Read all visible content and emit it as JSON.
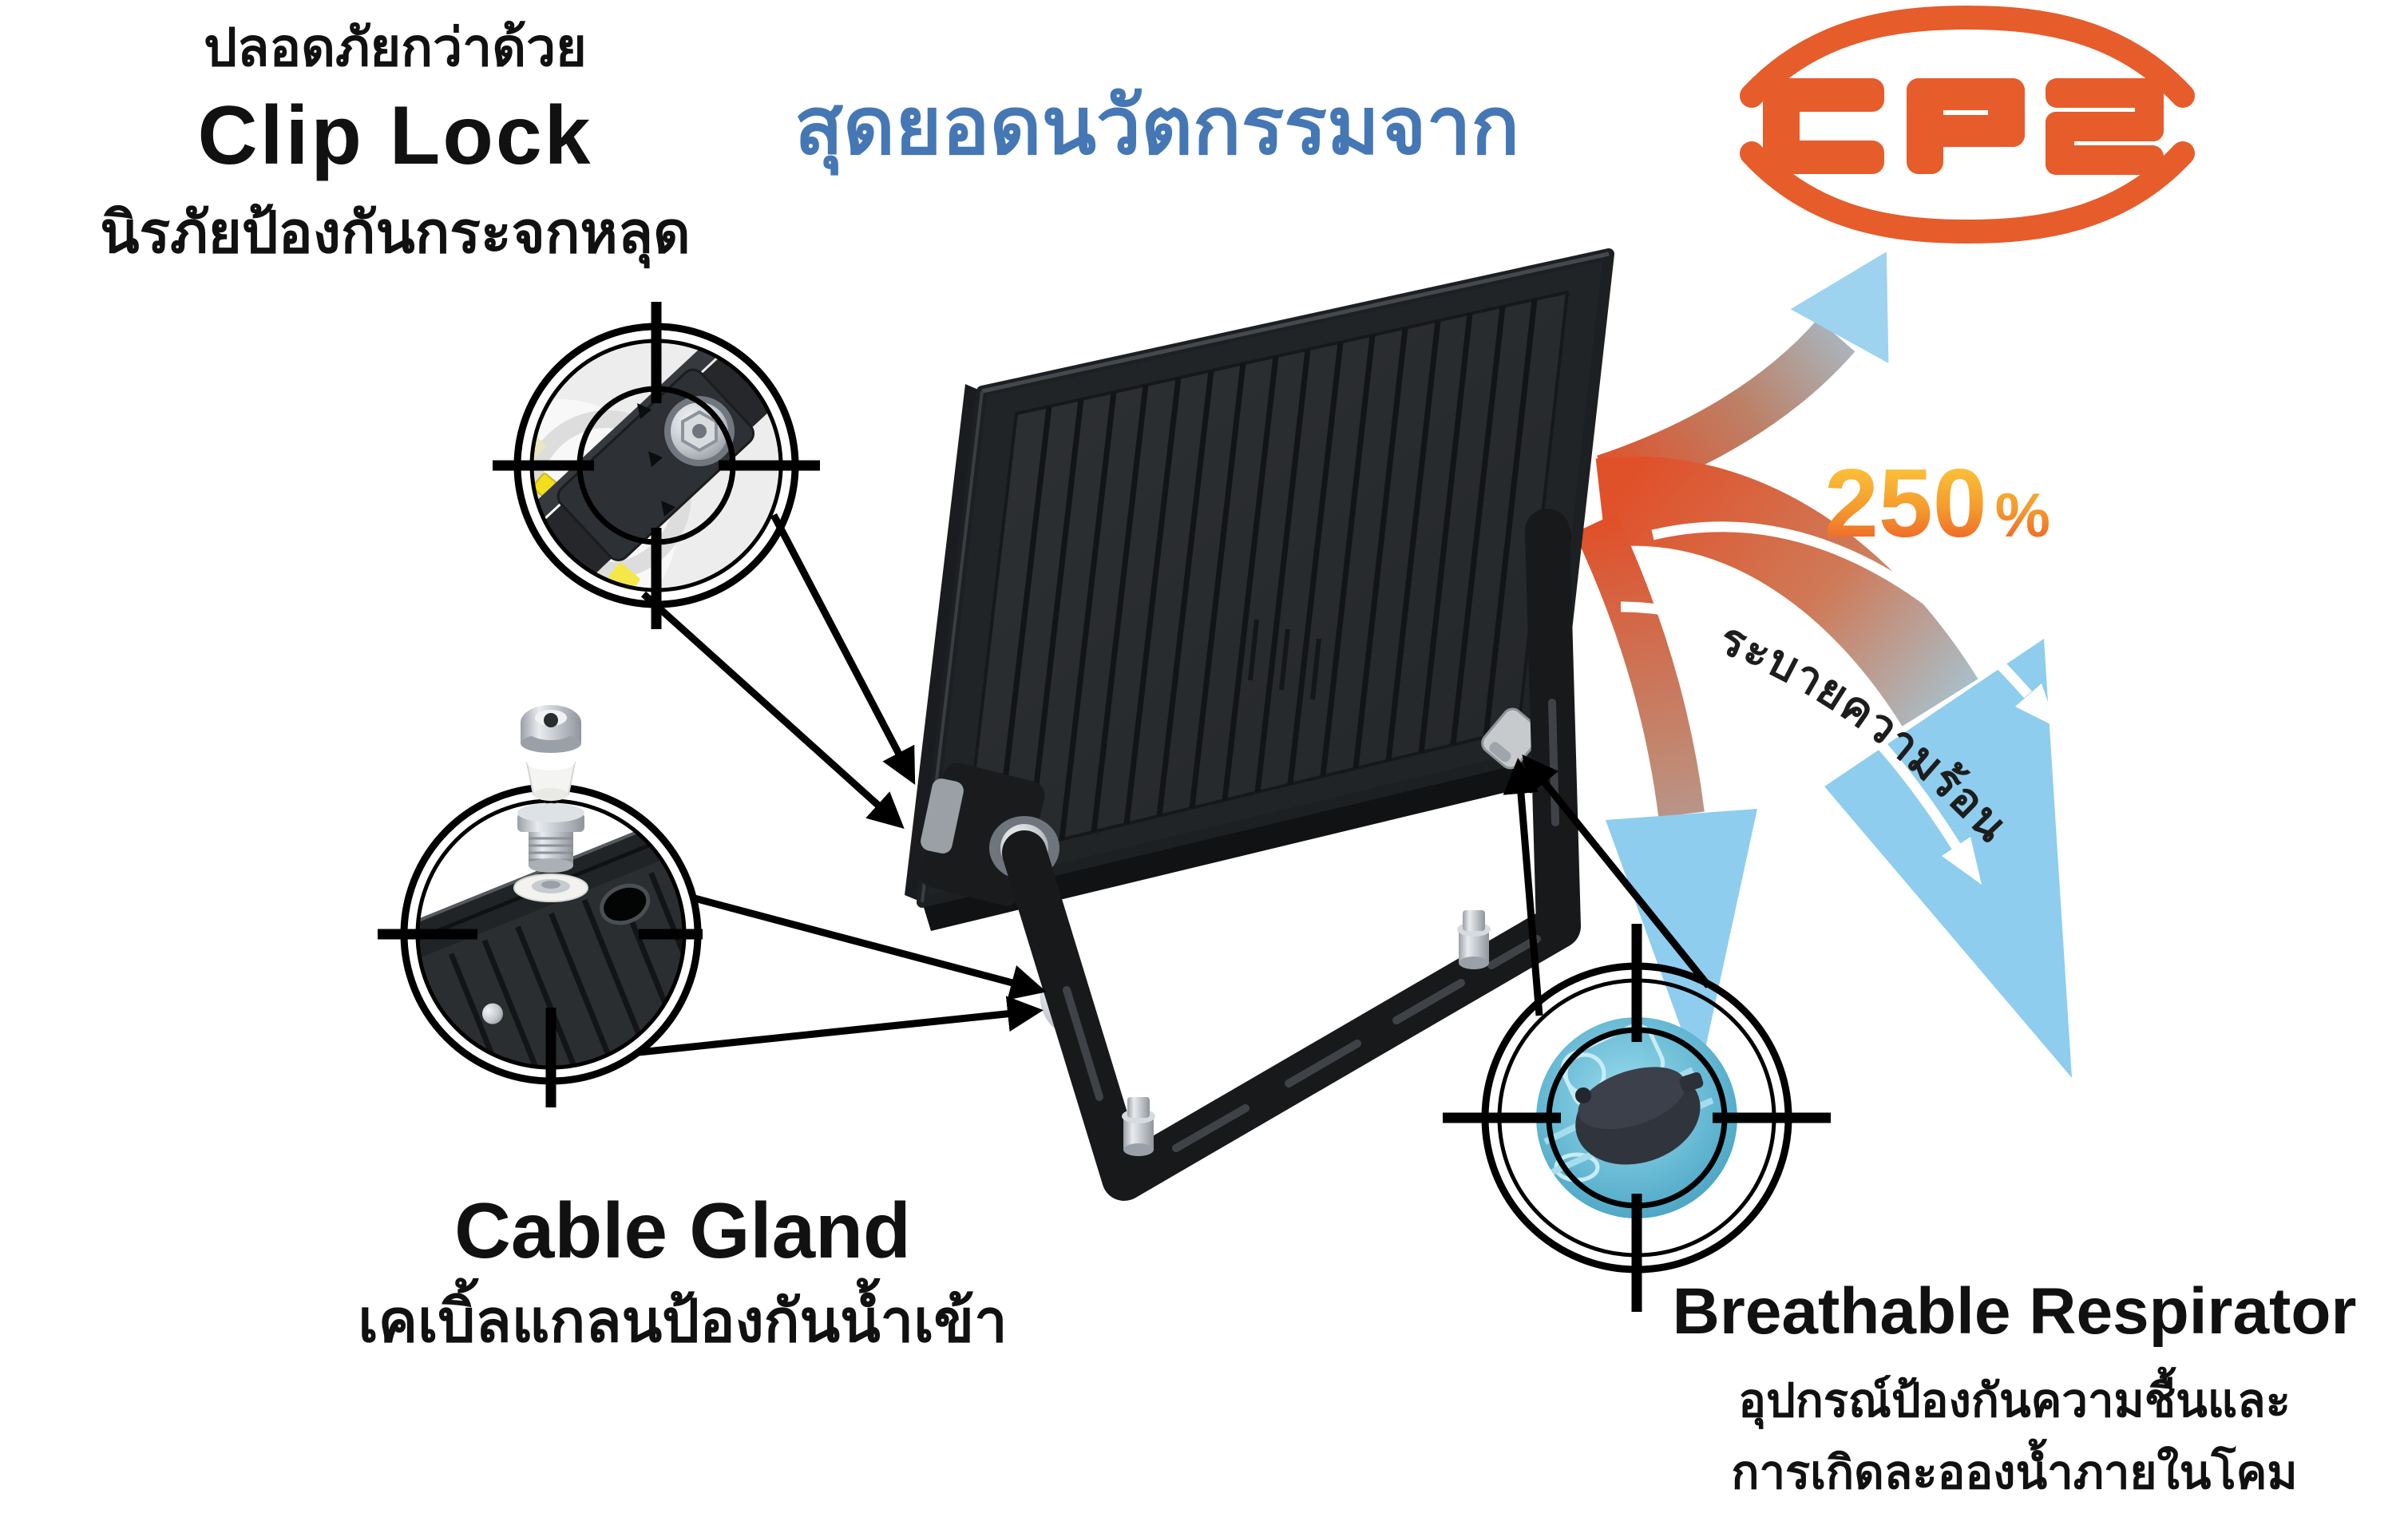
{
  "clip_lock": {
    "tagline": "ปลอดภัยกว่าด้วย",
    "title": "Clip Lock",
    "description": "นิรภัยป้องกันกระจกหลุด"
  },
  "header": {
    "innovation_title": "สุดยอดนวัตกรรมจาก",
    "brand": "CPS"
  },
  "heat": {
    "percent": "250",
    "sign": "%",
    "label": "ระบายความร้อน"
  },
  "cable_gland": {
    "title": "Cable Gland",
    "description": "เคเบิ้ลแกลนป้องกันน้ำเข้า"
  },
  "respirator": {
    "title": "Breathable Respirator",
    "description_line1": "อุปกรณ์ป้องกันความชื้นและ",
    "description_line2": "การเกิดละอองน้ำภายในโคม"
  },
  "colors": {
    "brand_orange": "#E65C2B",
    "title_blue": "#4577B5",
    "arrow_hot": "#E0512A",
    "arrow_cool": "#8ECDEE",
    "percent_top": "#FFD23E",
    "percent_bottom": "#EC4F28",
    "lamp_body": "#24272A"
  }
}
